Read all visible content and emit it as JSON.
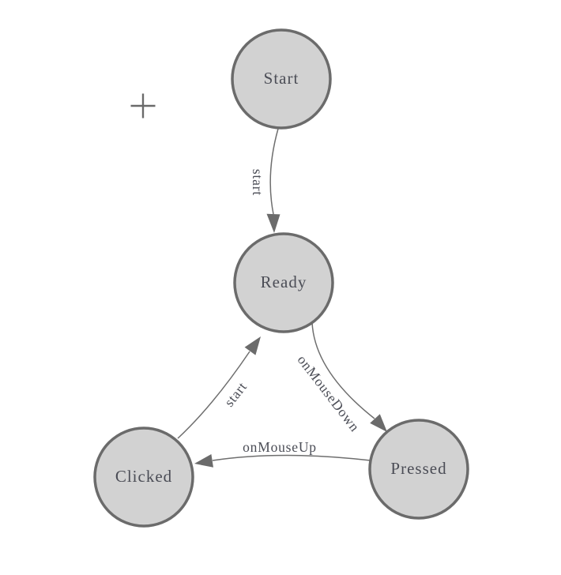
{
  "diagram": {
    "nodes": [
      {
        "id": "start",
        "label": "Start"
      },
      {
        "id": "ready",
        "label": "Ready"
      },
      {
        "id": "clicked",
        "label": "Clicked"
      },
      {
        "id": "pressed",
        "label": "Pressed"
      }
    ],
    "edges": [
      {
        "from": "start",
        "to": "ready",
        "label": "start"
      },
      {
        "from": "ready",
        "to": "pressed",
        "label": "onMouseDown"
      },
      {
        "from": "pressed",
        "to": "clicked",
        "label": "onMouseUp"
      },
      {
        "from": "clicked",
        "to": "ready",
        "label": "start"
      }
    ]
  },
  "icons": {
    "canvas_cursor": "plus-crosshair"
  },
  "colors": {
    "canvas_bg": "#ffffff",
    "node_fill": "#d2d2d2",
    "node_stroke": "#6b6b6b",
    "edge_stroke": "#6e6e6e",
    "arrow_fill": "#6b6b6b",
    "label_color": "#4b4d56",
    "cursor_color": "#6a6a6a"
  }
}
